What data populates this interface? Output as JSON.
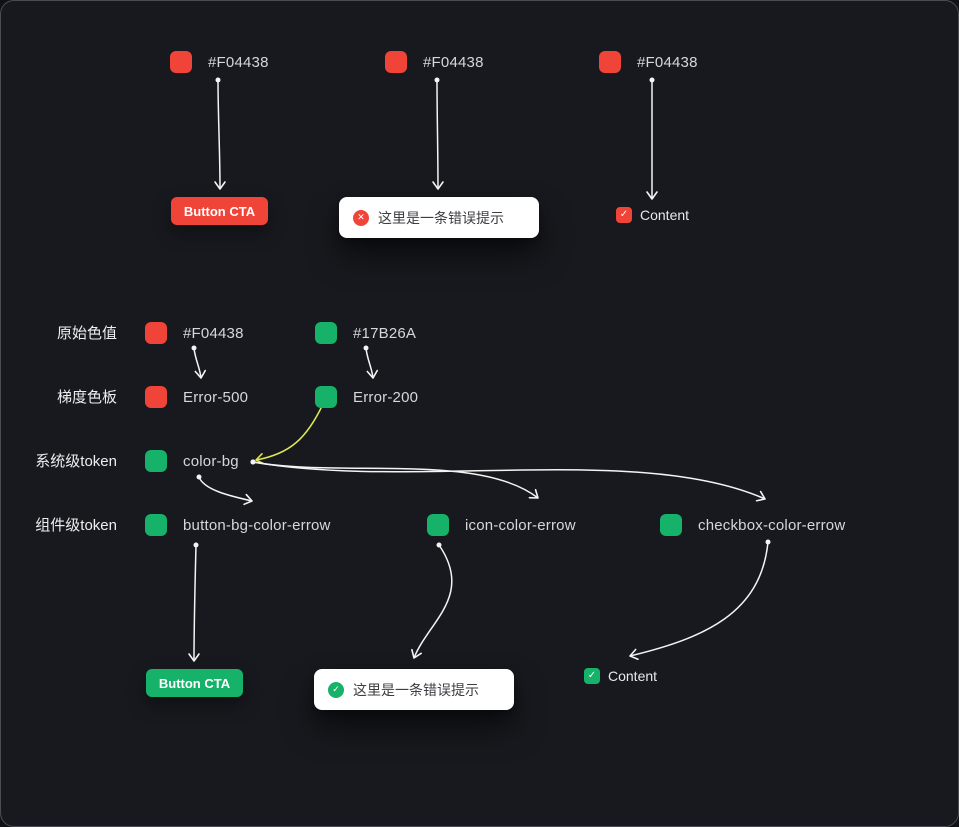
{
  "palette": {
    "red": "#F04438",
    "green": "#17B26A",
    "background": "#17191e",
    "arrow_white": "#f4f4f5",
    "arrow_yellow": "#dfe94f",
    "toast_bg": "#ffffff"
  },
  "icons": {
    "error_cross": "✕",
    "check": "✓"
  },
  "top_section": {
    "swatches": [
      {
        "hex": "#F04438",
        "color": "#F04438"
      },
      {
        "hex": "#F04438",
        "color": "#F04438"
      },
      {
        "hex": "#F04438",
        "color": "#F04438"
      }
    ],
    "button": {
      "label": "Button CTA",
      "color": "#F04438"
    },
    "toast": {
      "message": "这里是一条错误提示",
      "icon_color": "#F04438"
    },
    "checkbox": {
      "label": "Content",
      "color": "#F04438"
    }
  },
  "token_rows": [
    {
      "label": "原始色值",
      "tokens": [
        {
          "name": "#F04438",
          "color": "#F04438"
        },
        {
          "name": "#17B26A",
          "color": "#17B26A"
        }
      ]
    },
    {
      "label": "梯度色板",
      "tokens": [
        {
          "name": "Error-500",
          "color": "#F04438"
        },
        {
          "name": "Error-200",
          "color": "#17B26A"
        }
      ]
    },
    {
      "label": "系统级token",
      "tokens": [
        {
          "name": "color-bg",
          "color": "#17B26A"
        }
      ]
    },
    {
      "label": "组件级token",
      "tokens": [
        {
          "name": "button-bg-color-errow",
          "color": "#17B26A"
        },
        {
          "name": "icon-color-errow",
          "color": "#17B26A"
        },
        {
          "name": "checkbox-color-errow",
          "color": "#17B26A"
        }
      ]
    }
  ],
  "bottom_section": {
    "button": {
      "label": "Button CTA",
      "color": "#17B26A"
    },
    "toast": {
      "message": "这里是一条错误提示",
      "icon_color": "#17B26A"
    },
    "checkbox": {
      "label": "Content",
      "color": "#17B26A"
    }
  }
}
